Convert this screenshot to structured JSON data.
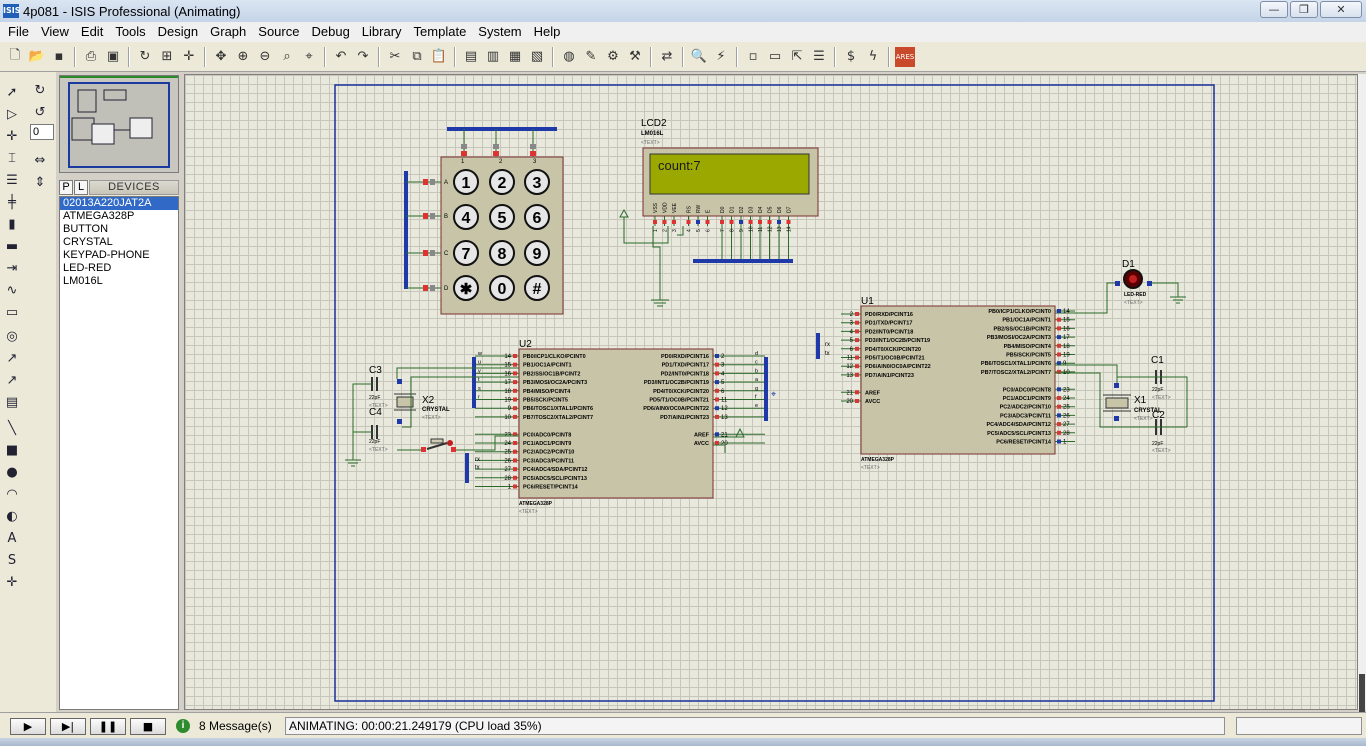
{
  "window": {
    "app_icon_label": "ISIS",
    "title": "4p081 - ISIS Professional (Animating)",
    "min": "—",
    "max": "❐",
    "close": "✕"
  },
  "menu": [
    "File",
    "View",
    "Edit",
    "Tools",
    "Design",
    "Graph",
    "Source",
    "Debug",
    "Library",
    "Template",
    "System",
    "Help"
  ],
  "rotation_value": "0",
  "device_panel": {
    "p_label": "P",
    "l_label": "L",
    "title": "DEVICES",
    "items": [
      "02013A220JAT2A",
      "ATMEGA328P",
      "BUTTON",
      "CRYSTAL",
      "KEYPAD-PHONE",
      "LED-RED",
      "LM016L"
    ],
    "selected_index": 0
  },
  "schematic": {
    "text_placeholder": "<TEXT>",
    "keypad": {
      "keys": [
        "1",
        "2",
        "3",
        "4",
        "5",
        "6",
        "7",
        "8",
        "9",
        "✱",
        "0",
        "#"
      ],
      "row_labels": [
        "A",
        "B",
        "C",
        "D"
      ],
      "col_labels": [
        "1",
        "2",
        "3"
      ]
    },
    "lcd": {
      "ref": "LCD2",
      "part": "LM016L",
      "display_text": "count:7",
      "pins": [
        "VSS",
        "VDD",
        "VEE",
        "RS",
        "RW",
        "E",
        "D0",
        "D1",
        "D2",
        "D3",
        "D4",
        "D5",
        "D6",
        "D7"
      ],
      "pin_nums": [
        "1",
        "2",
        "3",
        "4",
        "5",
        "6",
        "7",
        "8",
        "9",
        "10",
        "11",
        "12",
        "13",
        "14"
      ]
    },
    "led": {
      "ref": "D1",
      "part": "LED-RED"
    },
    "u1": {
      "ref": "U1",
      "part": "ATMEGA328P",
      "left_pins": [
        "PD0/RXD/PCINT16",
        "PD1/TXD/PCINT17",
        "PD2/INT0/PCINT18",
        "PD3/INT1/OC2B/PCINT19",
        "PD4/T0/XCK/PCINT20",
        "PD5/T1/OC0B/PCINT21",
        "PD6/AIN0/OC0A/PCINT22",
        "PD7/AIN1/PCINT23",
        "",
        "AREF",
        "AVCC"
      ],
      "left_nums": [
        "2",
        "3",
        "4",
        "5",
        "6",
        "11",
        "12",
        "13",
        "",
        "21",
        "20"
      ],
      "right_pins": [
        "PB0/ICP1/CLKO/PCINT0",
        "PB1/OC1A/PCINT1",
        "PB2/SS/OC1B/PCINT2",
        "PB3/MOSI/OC2A/PCINT3",
        "PB4/MISO/PCINT4",
        "PB5/SCK/PCINT5",
        "PB6/TOSC1/XTAL1/PCINT6",
        "PB7/TOSC2/XTAL2/PCINT7",
        "",
        "PC0/ADC0/PCINT8",
        "PC1/ADC1/PCINT9",
        "PC2/ADC2/PCINT10",
        "PC3/ADC3/PCINT11",
        "PC4/ADC4/SDA/PCINT12",
        "PC5/ADC5/SCL/PCINT13",
        "PC6/RESET/PCINT14"
      ],
      "right_nums": [
        "14",
        "15",
        "16",
        "17",
        "18",
        "19",
        "9",
        "10",
        "",
        "23",
        "24",
        "25",
        "26",
        "27",
        "28",
        "1"
      ],
      "bus_labels": [
        "rx",
        "tx"
      ]
    },
    "u2": {
      "ref": "U2",
      "part": "ATMEGA328P",
      "left_pins": [
        "PB0/ICP1/CLKO/PCINT0",
        "PB1/OC1A/PCINT1",
        "PB2/SS/OC1B/PCINT2",
        "PB3/MOSI/OC2A/PCINT3",
        "PB4/MISO/PCINT4",
        "PB5/SCK/PCINT5",
        "PB6/TOSC1/XTAL1/PCINT6",
        "PB7/TOSC2/XTAL2/PCINT7",
        "",
        "PC0/ADC0/PCINT8",
        "PC1/ADC1/PCINT9",
        "PC2/ADC2/PCINT10",
        "PC3/ADC3/PCINT11",
        "PC4/ADC4/SDA/PCINT12",
        "PC5/ADC5/SCL/PCINT13",
        "PC6/RESET/PCINT14"
      ],
      "left_nums": [
        "14",
        "15",
        "16",
        "17",
        "18",
        "19",
        "9",
        "10",
        "",
        "23",
        "24",
        "25",
        "26",
        "27",
        "28",
        "1"
      ],
      "left_net": [
        "w",
        "u",
        "v",
        "t",
        "s",
        "r",
        "",
        ""
      ],
      "right_pins": [
        "PD0/RXD/PCINT16",
        "PD1/TXD/PCINT17",
        "PD2/INT0/PCINT18",
        "PD3/INT1/OC2B/PCINT19",
        "PD4/T0/XCK/PCINT20",
        "PD5/T1/OC0B/PCINT21",
        "PD6/AIN0/OC0A/PCINT22",
        "PD7/AIN1/PCINT23",
        "",
        "AREF",
        "AVCC"
      ],
      "right_nums": [
        "2",
        "3",
        "4",
        "5",
        "6",
        "11",
        "12",
        "13",
        "",
        "21",
        "20"
      ],
      "right_net": [
        "d",
        "c",
        "b",
        "a",
        "g",
        "f",
        "e",
        ""
      ],
      "bus_labels": [
        "rx",
        "tx"
      ]
    },
    "c3": {
      "ref": "C3",
      "value": "22pF"
    },
    "c4": {
      "ref": "C4",
      "value": "22pF"
    },
    "x2": {
      "ref": "X2",
      "part": "CRYSTAL"
    },
    "c1": {
      "ref": "C1",
      "value": "22pF"
    },
    "c2": {
      "ref": "C2",
      "value": "22pF"
    },
    "x1": {
      "ref": "X1",
      "part": "CRYSTAL"
    }
  },
  "status": {
    "play": "▶",
    "step": "▶|",
    "pause": "❚❚",
    "stop": "■",
    "message_icon": "i",
    "messages": "8 Message(s)",
    "animation": "ANIMATING: 00:00:21.249179 (CPU load 35%)"
  }
}
